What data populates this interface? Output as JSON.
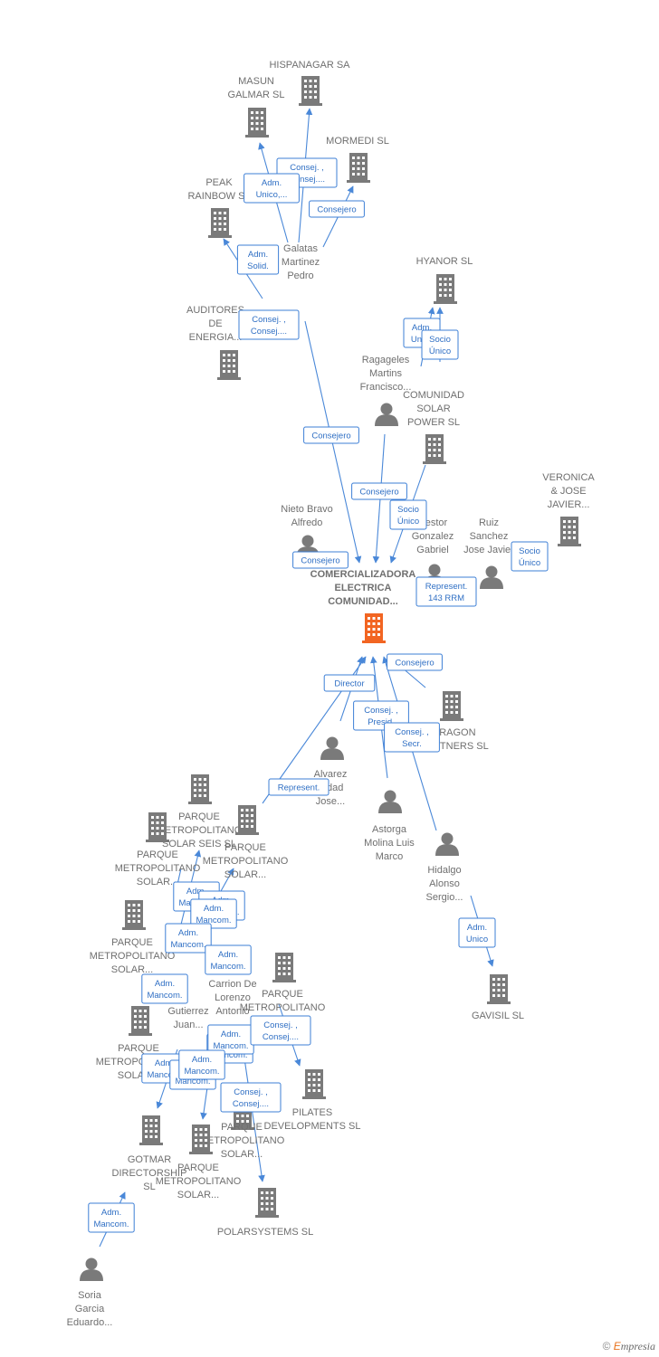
{
  "colors": {
    "accent": "#3d7fd6",
    "node": "#7a7a7a",
    "main_node": "#f26522",
    "text": "#6f6f6f"
  },
  "nodes": [
    {
      "id": "hispanagar",
      "type": "company",
      "lines": [
        "HISPANAGAR SA"
      ]
    },
    {
      "id": "masun",
      "type": "company",
      "lines": [
        "MASUN",
        "GALMAR  SL"
      ]
    },
    {
      "id": "mormedi",
      "type": "company",
      "lines": [
        "MORMEDI  SL"
      ]
    },
    {
      "id": "peak",
      "type": "company",
      "lines": [
        "PEAK",
        "RAINBOW  SL"
      ]
    },
    {
      "id": "galatas",
      "type": "person",
      "lines": [
        "Galatas",
        "Martinez",
        "Pedro"
      ]
    },
    {
      "id": "auditores",
      "type": "company",
      "lines": [
        "AUDITORES",
        "DE",
        "ENERGIA..."
      ]
    },
    {
      "id": "hyanor",
      "type": "company",
      "lines": [
        "HYANOR  SL"
      ]
    },
    {
      "id": "ragageles",
      "type": "person",
      "lines": [
        "Ragageles",
        "Martins",
        "Francisco..."
      ]
    },
    {
      "id": "comunidad_solar",
      "type": "company",
      "lines": [
        "COMUNIDAD",
        "SOLAR",
        "POWER  SL"
      ]
    },
    {
      "id": "veronica",
      "type": "company",
      "lines": [
        "VERONICA",
        "& JOSE",
        "JAVIER..."
      ]
    },
    {
      "id": "nieto",
      "type": "person",
      "lines": [
        "Nieto Bravo",
        "Alfredo"
      ]
    },
    {
      "id": "nestor",
      "type": "person",
      "lines": [
        "Nestor",
        "Gonzalez",
        "Gabriel"
      ]
    },
    {
      "id": "ruiz",
      "type": "person",
      "lines": [
        "Ruiz",
        "Sanchez",
        "Jose Javier"
      ]
    },
    {
      "id": "main",
      "type": "main",
      "lines": [
        "COMERCIALIZADORA",
        "ELECTRICA",
        "COMUNIDAD..."
      ]
    },
    {
      "id": "tragon",
      "type": "company",
      "lines": [
        "TRAGON",
        "PARTNERS  SL"
      ]
    },
    {
      "id": "alvarez",
      "type": "person",
      "lines": [
        "Alvarez",
        "Ridad",
        "Jose..."
      ]
    },
    {
      "id": "astorga",
      "type": "person",
      "lines": [
        "Astorga",
        "Molina Luis",
        "Marco"
      ]
    },
    {
      "id": "hidalgo",
      "type": "person",
      "lines": [
        "Hidalgo",
        "Alonso",
        "Sergio..."
      ]
    },
    {
      "id": "gavisil",
      "type": "company",
      "lines": [
        "GAVISIL SL"
      ]
    },
    {
      "id": "pm_seis",
      "type": "company",
      "lines": [
        "PARQUE",
        "METROPOLITANO",
        "SOLAR SEIS SL"
      ]
    },
    {
      "id": "pm_a",
      "type": "company",
      "lines": [
        "PARQUE",
        "METROPOLITANO",
        "SOLAR..."
      ]
    },
    {
      "id": "pm_b",
      "type": "company",
      "lines": [
        "PARQUE",
        "METROPOLITANO",
        "SOLAR..."
      ]
    },
    {
      "id": "pm_c",
      "type": "company",
      "lines": [
        "PARQUE",
        "METROPOLITANO",
        "SOLAR..."
      ]
    },
    {
      "id": "pm_d",
      "type": "company",
      "lines": [
        "PARQUE",
        "METROPOLITANO"
      ]
    },
    {
      "id": "pm_e",
      "type": "company",
      "lines": [
        "PARQUE",
        "METROPOLITANO",
        "SOLAR..."
      ]
    },
    {
      "id": "carrion",
      "type": "person",
      "lines": [
        "Carrion De",
        "Lorenzo",
        "Antonio"
      ]
    },
    {
      "id": "gutierrez",
      "type": "person",
      "lines": [
        "Gutierrez",
        "Juan..."
      ]
    },
    {
      "id": "pilates",
      "type": "company",
      "lines": [
        "PILATES",
        "DEVELOPMENTS SL"
      ]
    },
    {
      "id": "pm_f",
      "type": "company",
      "lines": [
        "PARQUE",
        "METROPOLITANO",
        "SOLAR..."
      ]
    },
    {
      "id": "pm_g",
      "type": "company",
      "lines": [
        "PARQUE",
        "METROPOLITANO",
        "SOLAR..."
      ]
    },
    {
      "id": "gotmar",
      "type": "company",
      "lines": [
        "GOTMAR",
        "DIRECTORSHIP",
        "SL"
      ]
    },
    {
      "id": "polarsystems",
      "type": "company",
      "lines": [
        "POLARSYSTEMS SL"
      ]
    },
    {
      "id": "soria",
      "type": "person",
      "lines": [
        "Soria",
        "Garcia",
        "Eduardo..."
      ]
    }
  ],
  "relations": [
    {
      "lines": [
        "Consej. ,",
        "Consej...."
      ]
    },
    {
      "lines": [
        "Adm.",
        "Unico,..."
      ]
    },
    {
      "lines": [
        "Consejero"
      ]
    },
    {
      "lines": [
        "Adm.",
        "Solid."
      ]
    },
    {
      "lines": [
        "Consej. ,",
        "Consej...."
      ]
    },
    {
      "lines": [
        "Adm.",
        "Unico"
      ]
    },
    {
      "lines": [
        "Socio",
        "Único"
      ]
    },
    {
      "lines": [
        "Consejero"
      ]
    },
    {
      "lines": [
        "Consejero"
      ]
    },
    {
      "lines": [
        "Socio",
        "Único"
      ]
    },
    {
      "lines": [
        "Consejero"
      ]
    },
    {
      "lines": [
        "Represent.",
        "143 RRM"
      ]
    },
    {
      "lines": [
        "Socio",
        "Único"
      ]
    },
    {
      "lines": [
        "Consejero"
      ]
    },
    {
      "lines": [
        "Director"
      ]
    },
    {
      "lines": [
        "Consej. ,",
        "Presid."
      ]
    },
    {
      "lines": [
        "Consej. ,",
        "Secr."
      ]
    },
    {
      "lines": [
        "Represent."
      ]
    },
    {
      "lines": [
        "Adm.",
        "Unico"
      ]
    },
    {
      "lines": [
        "Adm.",
        "Mancom."
      ]
    },
    {
      "lines": [
        "Adm.",
        "Mancom."
      ]
    },
    {
      "lines": [
        "Adm.",
        "Mancom."
      ]
    },
    {
      "lines": [
        "Adm.",
        "Mancom."
      ]
    },
    {
      "lines": [
        "Adm.",
        "Mancom."
      ]
    },
    {
      "lines": [
        "Adm.",
        "Mancom."
      ]
    },
    {
      "lines": [
        "Adm.",
        "Mancom."
      ]
    },
    {
      "lines": [
        "Adm.",
        "Mancom."
      ]
    },
    {
      "lines": [
        "Adm.",
        "Mancom."
      ]
    },
    {
      "lines": [
        "Adm.",
        "Mancom."
      ]
    },
    {
      "lines": [
        "Consej. ,",
        "Consej...."
      ]
    },
    {
      "lines": [
        "Adm.",
        "Mancom."
      ]
    },
    {
      "lines": [
        "Consej. ,",
        "Consej...."
      ]
    },
    {
      "lines": [
        "Adm.",
        "Mancom."
      ]
    }
  ],
  "footer": {
    "copyright": "©",
    "brand_first": "E",
    "brand_rest": "mpresia"
  }
}
